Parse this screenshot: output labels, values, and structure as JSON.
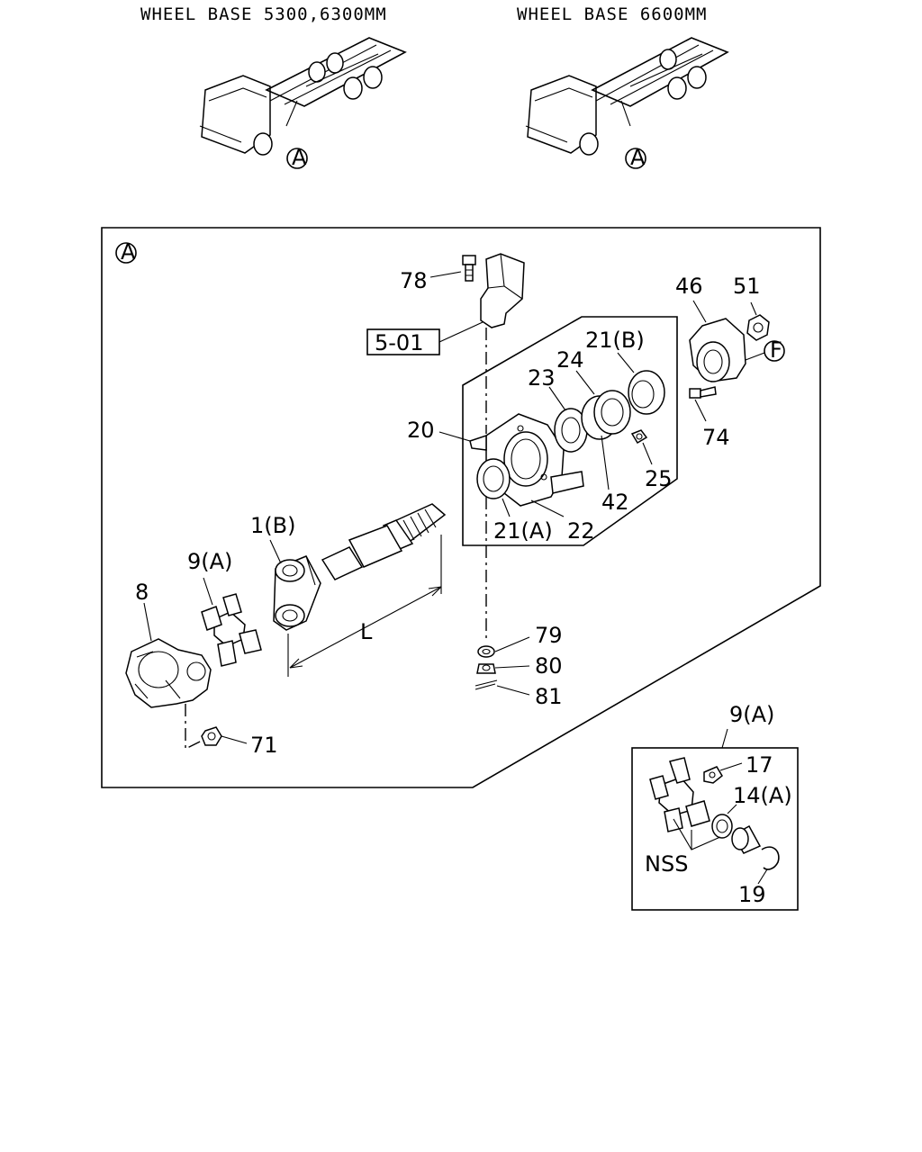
{
  "headers": {
    "left": "WHEEL BASE 5300,6300MM",
    "right": "WHEEL BASE 6600MM"
  },
  "view_marker": "A",
  "box_reference": "5-01",
  "dimension_label": "L",
  "flange_marker": "F",
  "part_labels": {
    "p78": "78",
    "p46": "46",
    "p51": "51",
    "p21b": "21(B)",
    "p24": "24",
    "p23": "23",
    "p20": "20",
    "p74": "74",
    "p25": "25",
    "p42": "42",
    "p21a": "21(A)",
    "p22": "22",
    "p1b": "1(B)",
    "p9a": "9(A)",
    "p8": "8",
    "p79": "79",
    "p80": "80",
    "p81": "81",
    "p71": "71",
    "p9a_detail": "9(A)",
    "p17": "17",
    "p14a": "14(A)",
    "nss": "NSS",
    "p19": "19"
  }
}
